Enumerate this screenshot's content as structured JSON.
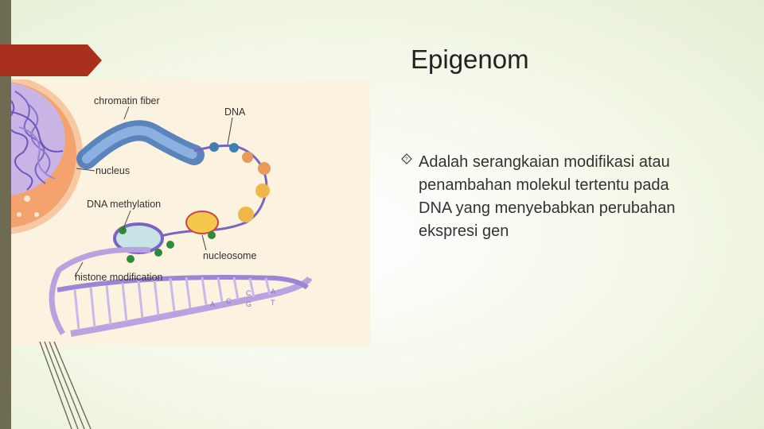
{
  "slide": {
    "title": "Epigenom",
    "bullet": "Adalah serangkaian modifikasi atau penambahan molekul tertentu pada DNA yang menyebabkan perubahan ekspresi gen",
    "bullet_icon": "diamond-bullet-icon"
  },
  "figure": {
    "labels": {
      "chromatin": "chromatin fiber",
      "dna": "DNA",
      "nucleus": "nucleus",
      "methylation": "DNA methylation",
      "nucleosome": "nucleosome",
      "histone": "histone modification"
    },
    "base_letters": [
      "A",
      "T",
      "C",
      "G",
      "C",
      "A"
    ]
  },
  "colors": {
    "accent_arrow": "#a8301c",
    "left_bar": "#6f6a52",
    "nucleus": "#f4a576",
    "chromatin": "#5b86c4",
    "dna_strand": "#b8a3e0"
  }
}
